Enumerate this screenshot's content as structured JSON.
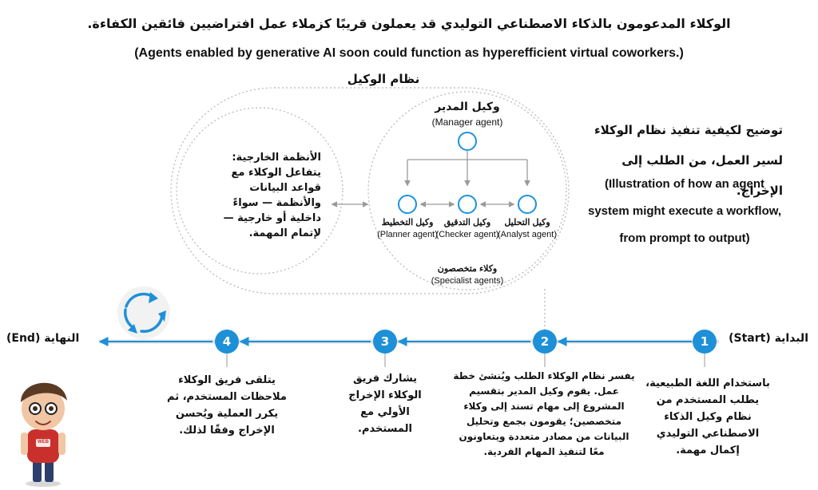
{
  "header": {
    "title_ar": "الوكلاء المدعومون بالذكاء الاصطناعي التوليدي قد يعملون قريبًا كزملاء عمل افتراضيين فائقين الكفاءة.",
    "title_en": "(Agents enabled by generative AI soon could function as hyperefficient virtual coworkers.)"
  },
  "system": {
    "label": "نظام الوكيل",
    "external_text": "الأنظمة الخارجية: يتفاعل الوكلاء مع قواعد البيانات والأنظمة — سواءً داخلية أو خارجية — لإتمام المهمة.",
    "manager_ar": "وكيل المدير",
    "manager_en": "(Manager agent)",
    "agents": [
      {
        "ar": "وكيل التخطيط",
        "en": "(Planner agent)"
      },
      {
        "ar": "وكيل التدقيق",
        "en": "(Checker agent)"
      },
      {
        "ar": "وكيل التحليل",
        "en": "(Analyst agent)"
      }
    ],
    "specialist_ar": "وكلاء متخصصون",
    "specialist_en": "(Specialist agents)"
  },
  "illustration": {
    "ar": "توضيح لكيفية تنفيذ نظام الوكلاء لسير العمل، من الطلب إلى الإخراج.",
    "en": "(Illustration of how an agent system might execute a workflow, from prompt to output)"
  },
  "flow": {
    "start_label": "البداية (Start)",
    "end_label": "النهاية (End)",
    "steps": [
      {
        "num": "1",
        "text": "باستخدام اللغة الطبيعية، يطلب المستخدم من نظام وكيل الذكاء الاصطناعي التوليدي إكمال مهمة."
      },
      {
        "num": "2",
        "text": "يفسر نظام الوكلاء الطلب ويُنشئ خطة عمل. يقوم وكيل المدير بتقسيم المشروع إلى مهام تسند إلى وكلاء متخصصين؛ يقومون بجمع وتحليل البيانات من مصادر متعددة ويتعاونون معًا لتنفيذ المهام الفردية."
      },
      {
        "num": "3",
        "text": "يشارك فريق الوكلاء الإخراج الأولي مع المستخدم."
      },
      {
        "num": "4",
        "text": "يتلقى فريق الوكلاء ملاحظات المستخدم، ثم يكرر العملية ويُحسن الإخراج وفقًا لذلك."
      }
    ]
  },
  "mascot": {
    "shirt_text": "WEB"
  },
  "colors": {
    "accent": "#1e90d8",
    "arrow_gray": "#9a9a9a",
    "circle_stroke": "#1a94e0",
    "shirt": "#c9302c"
  }
}
